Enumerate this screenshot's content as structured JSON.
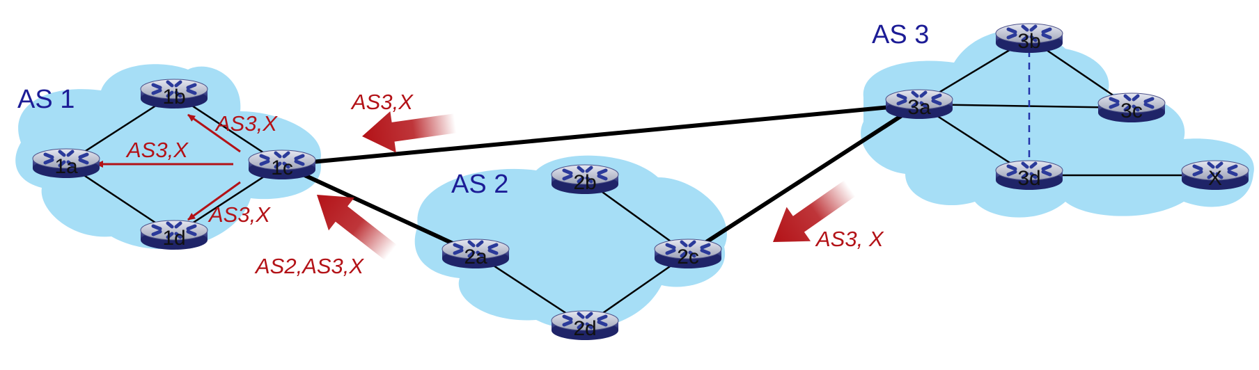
{
  "colors": {
    "cloud": "#a6def6",
    "as_label": "#1c1c96",
    "advert": "#b31217",
    "link": "#000000",
    "ibgp_dashed": "#2233aa"
  },
  "systems": [
    {
      "id": "as1",
      "label": "AS 1"
    },
    {
      "id": "as2",
      "label": "AS 2"
    },
    {
      "id": "as3",
      "label": "AS 3"
    }
  ],
  "routers": [
    {
      "id": "1a",
      "label": "1a"
    },
    {
      "id": "1b",
      "label": "1b"
    },
    {
      "id": "1c",
      "label": "1c"
    },
    {
      "id": "1d",
      "label": "1d"
    },
    {
      "id": "2a",
      "label": "2a"
    },
    {
      "id": "2b",
      "label": "2b"
    },
    {
      "id": "2c",
      "label": "2c"
    },
    {
      "id": "2d",
      "label": "2d"
    },
    {
      "id": "3a",
      "label": "3a"
    },
    {
      "id": "3b",
      "label": "3b"
    },
    {
      "id": "3c",
      "label": "3c"
    },
    {
      "id": "3d",
      "label": "3d"
    },
    {
      "id": "x",
      "label": "X"
    }
  ],
  "links": [
    {
      "from": "1a",
      "to": "1b",
      "type": "intra"
    },
    {
      "from": "1a",
      "to": "1d",
      "type": "intra"
    },
    {
      "from": "1b",
      "to": "1c",
      "type": "intra"
    },
    {
      "from": "1c",
      "to": "1d",
      "type": "intra"
    },
    {
      "from": "2a",
      "to": "2d",
      "type": "intra"
    },
    {
      "from": "2b",
      "to": "2c",
      "type": "intra"
    },
    {
      "from": "2c",
      "to": "2d",
      "type": "intra"
    },
    {
      "from": "3a",
      "to": "3b",
      "type": "intra"
    },
    {
      "from": "3a",
      "to": "3c",
      "type": "intra"
    },
    {
      "from": "3a",
      "to": "3d",
      "type": "intra"
    },
    {
      "from": "3b",
      "to": "3c",
      "type": "intra"
    },
    {
      "from": "3b",
      "to": "3d",
      "type": "dashed"
    },
    {
      "from": "3d",
      "to": "x",
      "type": "intra"
    },
    {
      "from": "1c",
      "to": "3a",
      "type": "inter"
    },
    {
      "from": "1c",
      "to": "2a",
      "type": "inter"
    },
    {
      "from": "2c",
      "to": "3a",
      "type": "inter"
    }
  ],
  "advertisements": {
    "as3_to_1c": "AS3,X",
    "as2_to_1c": "AS2,AS3,X",
    "as3_to_as2": "AS3, X",
    "ibgp_to_1b": "AS3,X",
    "ibgp_to_1a": "AS3,X",
    "ibgp_to_1d": "AS3,X"
  }
}
